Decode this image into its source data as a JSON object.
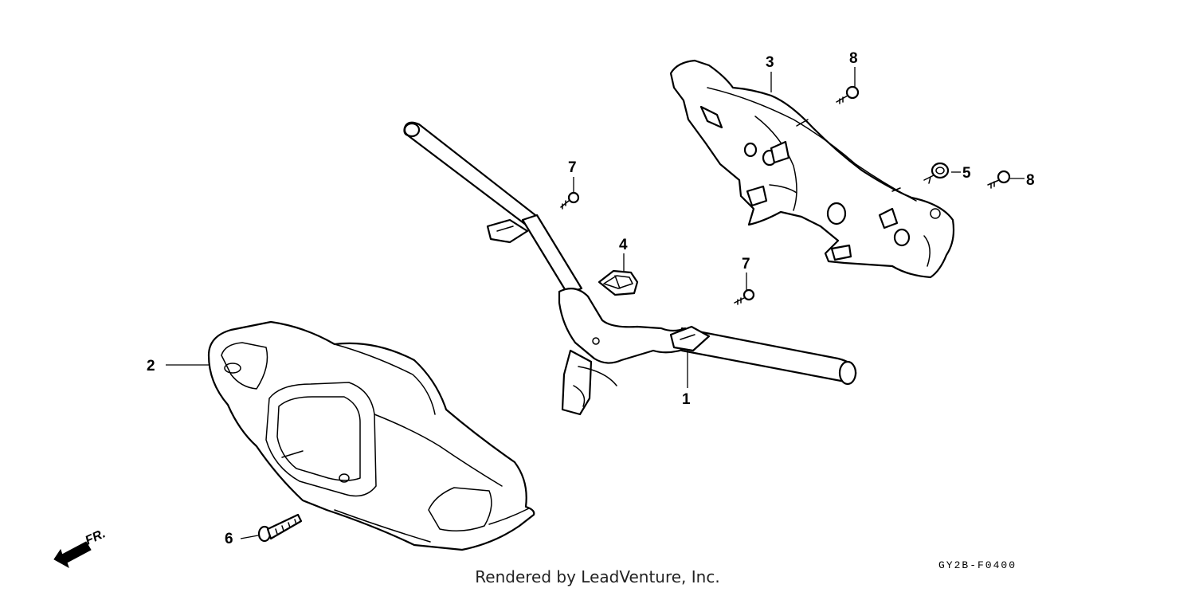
{
  "diagram": {
    "callouts": [
      {
        "id": "c1",
        "label": "1"
      },
      {
        "id": "c2",
        "label": "2"
      },
      {
        "id": "c3",
        "label": "3"
      },
      {
        "id": "c4",
        "label": "4"
      },
      {
        "id": "c5",
        "label": "5"
      },
      {
        "id": "c6",
        "label": "6"
      },
      {
        "id": "c7a",
        "label": "7"
      },
      {
        "id": "c7b",
        "label": "7"
      },
      {
        "id": "c8a",
        "label": "8"
      },
      {
        "id": "c8b",
        "label": "8"
      }
    ],
    "direction_label": "FR.",
    "diagram_code": "GY2B-F0400",
    "credit": "Rendered by LeadVenture, Inc."
  }
}
